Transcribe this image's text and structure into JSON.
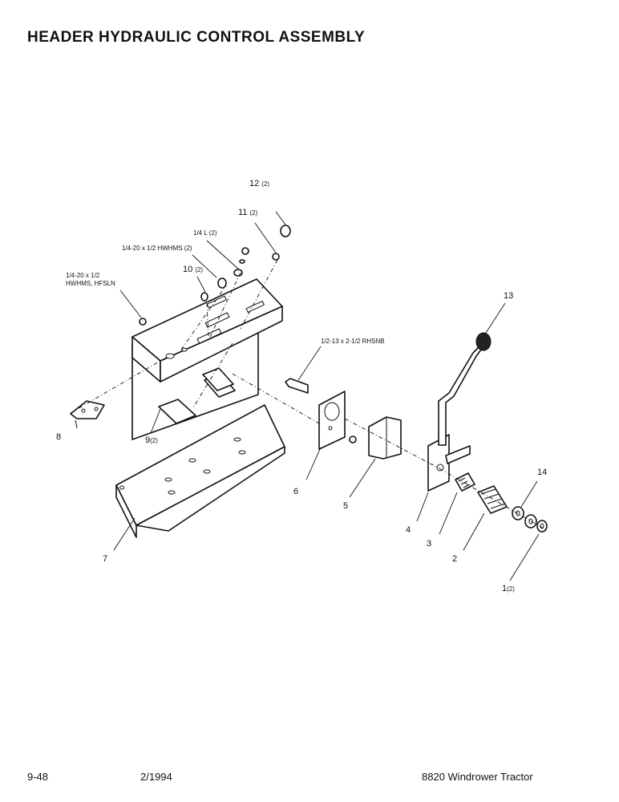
{
  "header": {
    "title": "HEADER HYDRAULIC CONTROL ASSEMBLY"
  },
  "callouts": {
    "c12": {
      "num": "12",
      "qty": "(2)"
    },
    "c11": {
      "num": "11",
      "qty": "(2)"
    },
    "c14L": {
      "text": "1/4 L (2)"
    },
    "c_hwhms": {
      "text": "1/4-20  x 1/2 HWHMS (2)"
    },
    "c10": {
      "num": "10",
      "qty": "(2)"
    },
    "c_hfsln_1": {
      "text": "1/4-20 x 1/2"
    },
    "c_hfsln_2": {
      "text": "HWHMS, HFSLN"
    },
    "c13": {
      "num": "13"
    },
    "c_rhsnb": {
      "text": "1/2-13 x 2-1/2 RHSNB"
    },
    "c8": {
      "num": "8"
    },
    "c9": {
      "num": "9",
      "qty": "(2)"
    },
    "c6": {
      "num": "6"
    },
    "c5": {
      "num": "5"
    },
    "c4": {
      "num": "4"
    },
    "c3": {
      "num": "3"
    },
    "c2": {
      "num": "2"
    },
    "c14": {
      "num": "14"
    },
    "c1": {
      "num": "1",
      "qty": "(2)"
    },
    "c7": {
      "num": "7"
    }
  },
  "footer": {
    "page": "9-48",
    "date": "2/1994",
    "model": "8820 Windrower Tractor"
  }
}
